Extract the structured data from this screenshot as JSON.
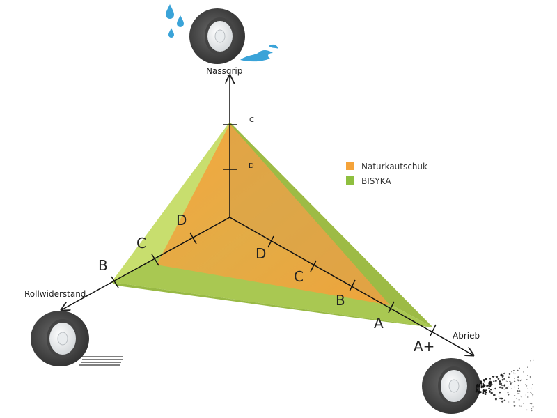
{
  "axes": {
    "wet_grip": {
      "title": "Nassgrip",
      "ticks": [
        "C",
        "D"
      ]
    },
    "rolling_resistance": {
      "title": "Rollwiderstand",
      "ticks": [
        "D",
        "C",
        "B"
      ]
    },
    "abrasion": {
      "title": "Abrieb",
      "ticks": [
        "D",
        "C",
        "B",
        "A",
        "A+"
      ]
    }
  },
  "legend": [
    {
      "label": "Naturkautschuk",
      "color": "#f5a33a"
    },
    {
      "label": "BISYKA",
      "color": "#8ebf3f"
    }
  ],
  "icons": {
    "wet": "tire-with-water-drops-icon",
    "rolling": "tire-with-speed-lines-icon",
    "abrasion": "tire-with-dust-particles-icon"
  }
}
